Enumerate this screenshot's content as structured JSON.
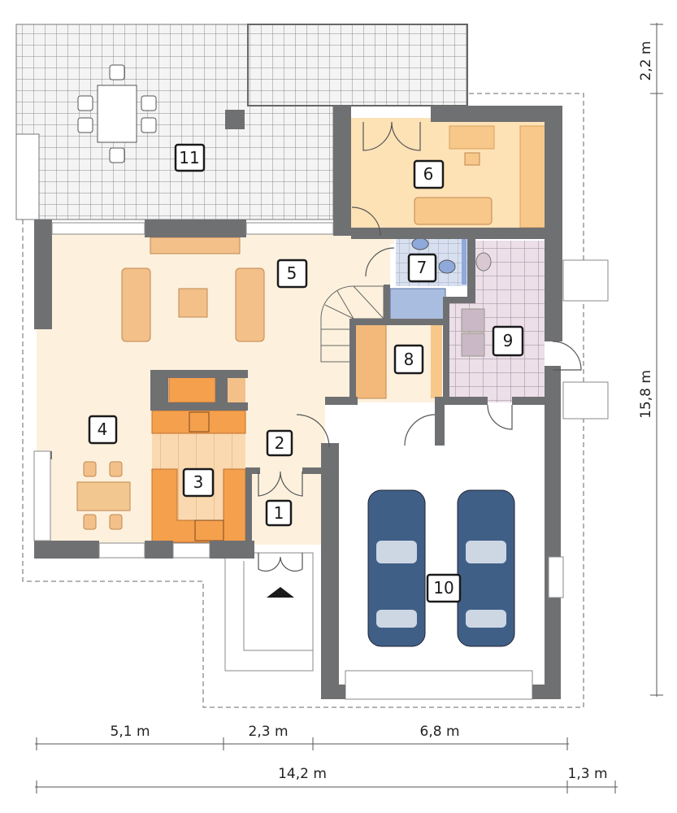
{
  "rooms": [
    {
      "number": "1"
    },
    {
      "number": "2"
    },
    {
      "number": "3"
    },
    {
      "number": "4"
    },
    {
      "number": "5"
    },
    {
      "number": "6"
    },
    {
      "number": "7"
    },
    {
      "number": "8"
    },
    {
      "number": "9"
    },
    {
      "number": "10"
    },
    {
      "number": "11"
    }
  ],
  "dimensions": {
    "right_top": "2,2 m",
    "right_total": "15,8 m",
    "bottom_1": "5,1 m",
    "bottom_2": "2,3 m",
    "bottom_3": "6,8 m",
    "bottom_total": "14,2 m",
    "bottom_extra": "1,3 m"
  },
  "colors": {
    "wall": "#6f7072",
    "living": "#fdf1dd",
    "room6": "#fde2b6",
    "kitchen": "#f5a04c",
    "bath": "#d8e0f0",
    "utility": "#ecdfe8",
    "car": "#3f5f86"
  }
}
